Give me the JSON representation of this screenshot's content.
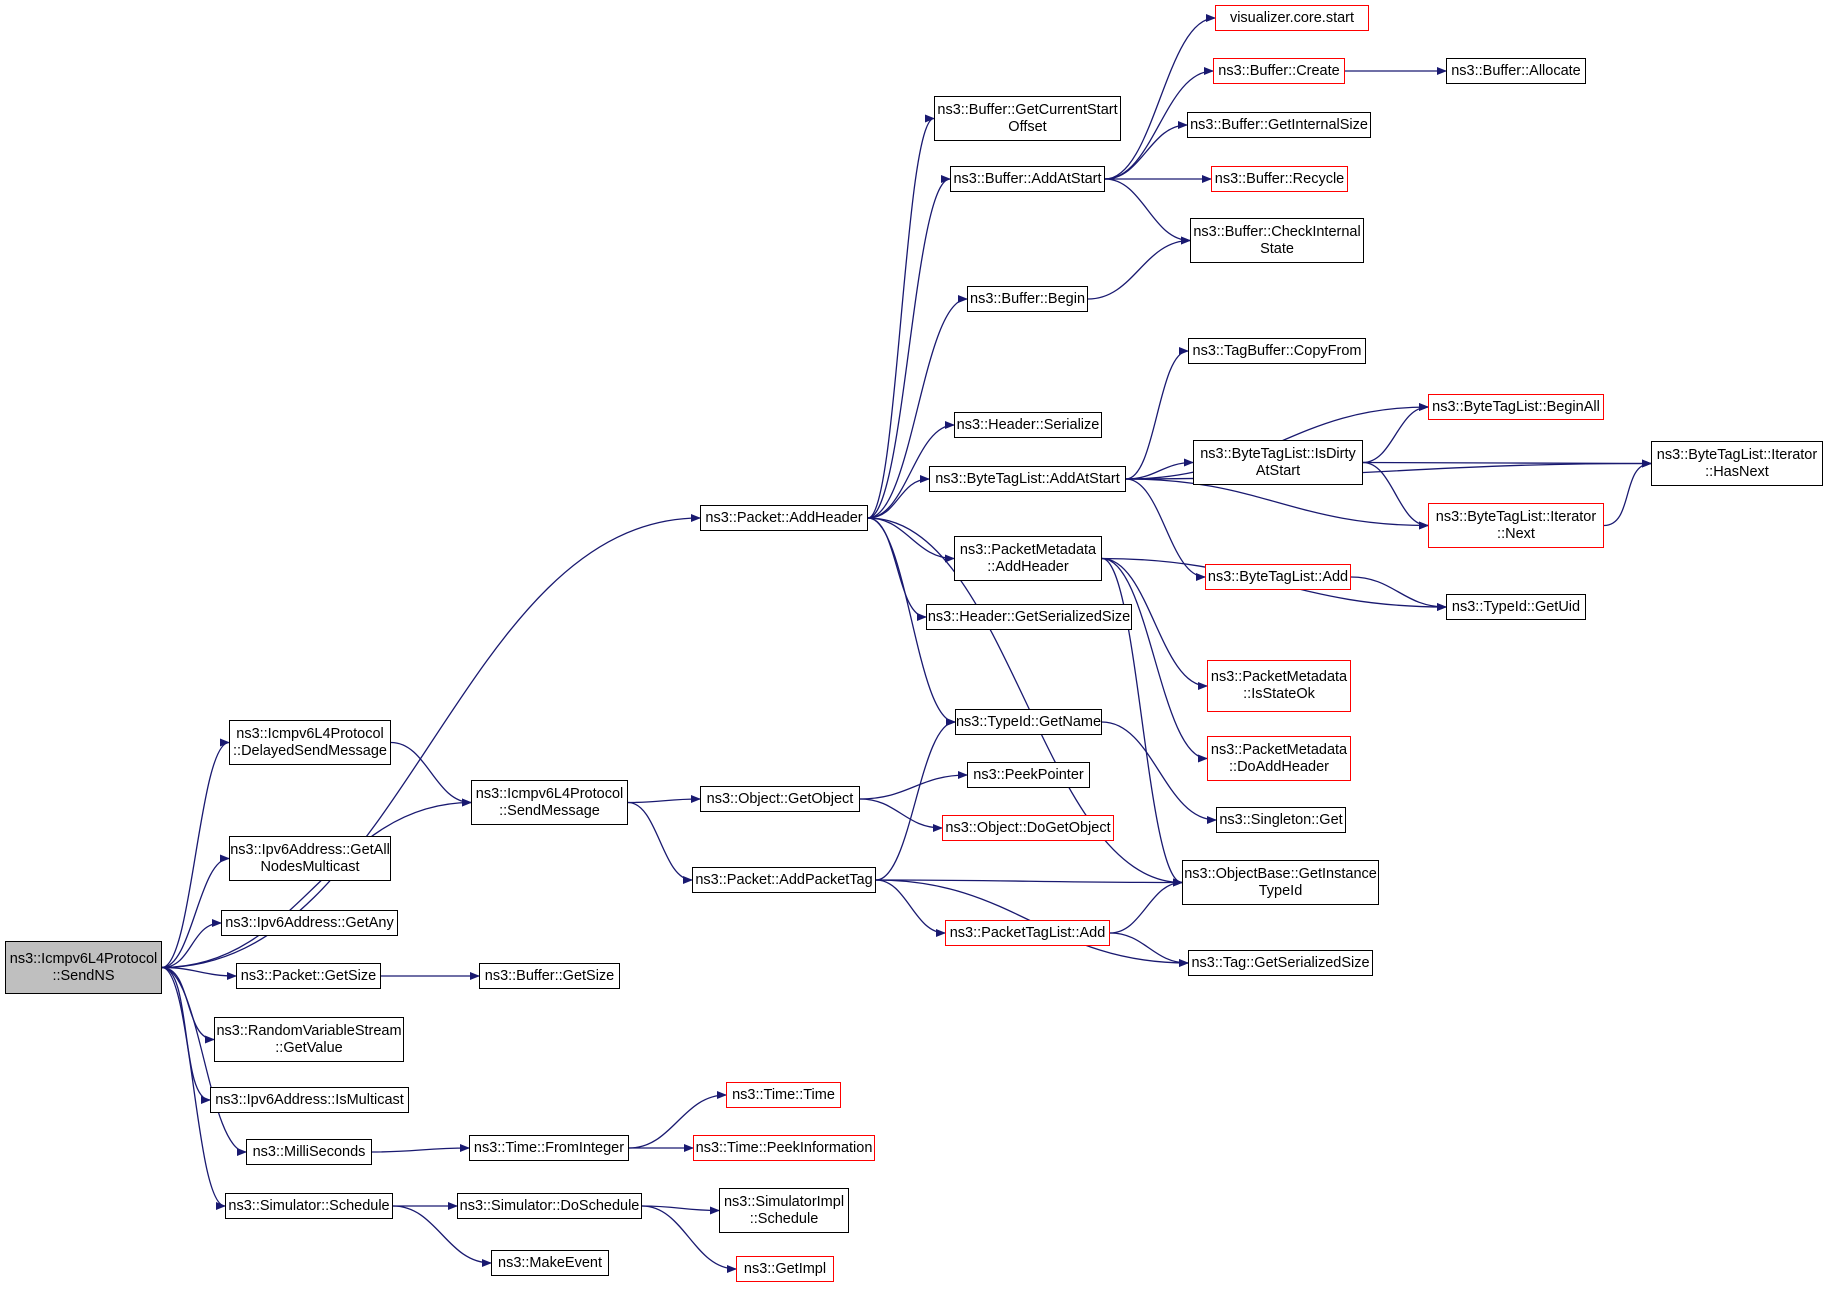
{
  "colors": {
    "edge": "#191970",
    "node_border": "#000000",
    "external_border": "#ff0000",
    "root_fill": "#bfbfbf"
  },
  "nodes": [
    {
      "id": "sendns",
      "label": "ns3::Icmpv6L4Protocol\n::SendNS",
      "root": true
    },
    {
      "id": "delayed",
      "label": "ns3::Icmpv6L4Protocol\n::DelayedSendMessage"
    },
    {
      "id": "sendmsg",
      "label": "ns3::Icmpv6L4Protocol\n::SendMessage"
    },
    {
      "id": "getallnodes",
      "label": "ns3::Ipv6Address::GetAll\nNodesMulticast"
    },
    {
      "id": "getany",
      "label": "ns3::Ipv6Address::GetAny"
    },
    {
      "id": "pktgetsize",
      "label": "ns3::Packet::GetSize"
    },
    {
      "id": "bufgetsize",
      "label": "ns3::Buffer::GetSize"
    },
    {
      "id": "rvsgetvalue",
      "label": "ns3::RandomVariableStream\n::GetValue"
    },
    {
      "id": "ismulticast",
      "label": "ns3::Ipv6Address::IsMulticast"
    },
    {
      "id": "millis",
      "label": "ns3::MilliSeconds"
    },
    {
      "id": "frominteger",
      "label": "ns3::Time::FromInteger"
    },
    {
      "id": "timetime",
      "label": "ns3::Time::Time",
      "external": true
    },
    {
      "id": "peekinfo",
      "label": "ns3::Time::PeekInformation",
      "external": true
    },
    {
      "id": "simschedule",
      "label": "ns3::Simulator::Schedule"
    },
    {
      "id": "doschedule",
      "label": "ns3::Simulator::DoSchedule"
    },
    {
      "id": "implschedule",
      "label": "ns3::SimulatorImpl\n::Schedule"
    },
    {
      "id": "getimpl",
      "label": "ns3::GetImpl",
      "external": true
    },
    {
      "id": "makeevent",
      "label": "ns3::MakeEvent"
    },
    {
      "id": "addheader",
      "label": "ns3::Packet::AddHeader"
    },
    {
      "id": "getobject",
      "label": "ns3::Object::GetObject"
    },
    {
      "id": "addpackettag",
      "label": "ns3::Packet::AddPacketTag"
    },
    {
      "id": "getcurrentstart",
      "label": "ns3::Buffer::GetCurrentStart\nOffset"
    },
    {
      "id": "bufaddatstart",
      "label": "ns3::Buffer::AddAtStart"
    },
    {
      "id": "bufbegin",
      "label": "ns3::Buffer::Begin"
    },
    {
      "id": "hdrserialize",
      "label": "ns3::Header::Serialize"
    },
    {
      "id": "btladdatstart",
      "label": "ns3::ByteTagList::AddAtStart"
    },
    {
      "id": "pmaddheader",
      "label": "ns3::PacketMetadata\n::AddHeader"
    },
    {
      "id": "hdrgetsersize",
      "label": "ns3::Header::GetSerializedSize"
    },
    {
      "id": "tidgetname",
      "label": "ns3::TypeId::GetName"
    },
    {
      "id": "peekpointer",
      "label": "ns3::PeekPointer"
    },
    {
      "id": "dogetobject",
      "label": "ns3::Object::DoGetObject",
      "external": true
    },
    {
      "id": "ptladd",
      "label": "ns3::PacketTagList::Add",
      "external": true
    },
    {
      "id": "vizstart",
      "label": "visualizer.core.start",
      "external": true
    },
    {
      "id": "bufcreate",
      "label": "ns3::Buffer::Create",
      "external": true
    },
    {
      "id": "bufallocate",
      "label": "ns3::Buffer::Allocate"
    },
    {
      "id": "bufgetinternal",
      "label": "ns3::Buffer::GetInternalSize"
    },
    {
      "id": "bufrecycle",
      "label": "ns3::Buffer::Recycle",
      "external": true
    },
    {
      "id": "bufcheckinternal",
      "label": "ns3::Buffer::CheckInternal\nState"
    },
    {
      "id": "tbcopyfrom",
      "label": "ns3::TagBuffer::CopyFrom"
    },
    {
      "id": "btlbeginall",
      "label": "ns3::ByteTagList::BeginAll",
      "external": true
    },
    {
      "id": "btlisdirty",
      "label": "ns3::ByteTagList::IsDirty\nAtStart"
    },
    {
      "id": "btlitnext",
      "label": "ns3::ByteTagList::Iterator\n::Next",
      "external": true
    },
    {
      "id": "btlithasnext",
      "label": "ns3::ByteTagList::Iterator\n::HasNext"
    },
    {
      "id": "btladd",
      "label": "ns3::ByteTagList::Add",
      "external": true
    },
    {
      "id": "tidgetuid",
      "label": "ns3::TypeId::GetUid"
    },
    {
      "id": "pmisstateok",
      "label": "ns3::PacketMetadata\n::IsStateOk",
      "external": true
    },
    {
      "id": "pmdoaddheader",
      "label": "ns3::PacketMetadata\n::DoAddHeader",
      "external": true
    },
    {
      "id": "singletonget",
      "label": "ns3::Singleton::Get"
    },
    {
      "id": "obgetinstance",
      "label": "ns3::ObjectBase::GetInstance\nTypeId"
    },
    {
      "id": "taggetsersize",
      "label": "ns3::Tag::GetSerializedSize"
    }
  ],
  "edges": [
    [
      "sendns",
      "addheader"
    ],
    [
      "sendns",
      "delayed"
    ],
    [
      "sendns",
      "sendmsg"
    ],
    [
      "sendns",
      "getallnodes"
    ],
    [
      "sendns",
      "getany"
    ],
    [
      "sendns",
      "pktgetsize"
    ],
    [
      "sendns",
      "rvsgetvalue"
    ],
    [
      "sendns",
      "ismulticast"
    ],
    [
      "sendns",
      "millis"
    ],
    [
      "sendns",
      "simschedule"
    ],
    [
      "delayed",
      "sendmsg"
    ],
    [
      "sendmsg",
      "getobject"
    ],
    [
      "sendmsg",
      "addpackettag"
    ],
    [
      "pktgetsize",
      "bufgetsize"
    ],
    [
      "millis",
      "frominteger"
    ],
    [
      "frominteger",
      "timetime"
    ],
    [
      "frominteger",
      "peekinfo"
    ],
    [
      "simschedule",
      "doschedule"
    ],
    [
      "simschedule",
      "makeevent"
    ],
    [
      "doschedule",
      "implschedule"
    ],
    [
      "doschedule",
      "getimpl"
    ],
    [
      "addheader",
      "getcurrentstart"
    ],
    [
      "addheader",
      "bufaddatstart"
    ],
    [
      "addheader",
      "bufbegin"
    ],
    [
      "addheader",
      "hdrserialize"
    ],
    [
      "addheader",
      "btladdatstart"
    ],
    [
      "addheader",
      "pmaddheader"
    ],
    [
      "addheader",
      "hdrgetsersize"
    ],
    [
      "addheader",
      "tidgetname"
    ],
    [
      "addheader",
      "obgetinstance"
    ],
    [
      "getobject",
      "peekpointer"
    ],
    [
      "getobject",
      "dogetobject"
    ],
    [
      "addpackettag",
      "tidgetname"
    ],
    [
      "addpackettag",
      "obgetinstance"
    ],
    [
      "addpackettag",
      "ptladd"
    ],
    [
      "addpackettag",
      "taggetsersize"
    ],
    [
      "bufaddatstart",
      "vizstart"
    ],
    [
      "bufaddatstart",
      "bufcreate"
    ],
    [
      "bufaddatstart",
      "bufgetinternal"
    ],
    [
      "bufaddatstart",
      "bufrecycle"
    ],
    [
      "bufaddatstart",
      "bufcheckinternal"
    ],
    [
      "bufcreate",
      "bufallocate"
    ],
    [
      "bufbegin",
      "bufcheckinternal"
    ],
    [
      "btladdatstart",
      "tbcopyfrom"
    ],
    [
      "btladdatstart",
      "btlbeginall"
    ],
    [
      "btladdatstart",
      "btlisdirty"
    ],
    [
      "btladdatstart",
      "btlitnext"
    ],
    [
      "btladdatstart",
      "btlithasnext"
    ],
    [
      "btladdatstart",
      "btladd"
    ],
    [
      "btlisdirty",
      "btlbeginall"
    ],
    [
      "btlisdirty",
      "btlithasnext"
    ],
    [
      "btlisdirty",
      "btlitnext"
    ],
    [
      "btlitnext",
      "btlithasnext"
    ],
    [
      "btladd",
      "tidgetuid"
    ],
    [
      "pmaddheader",
      "tidgetuid"
    ],
    [
      "pmaddheader",
      "pmisstateok"
    ],
    [
      "pmaddheader",
      "pmdoaddheader"
    ],
    [
      "pmaddheader",
      "obgetinstance"
    ],
    [
      "tidgetname",
      "singletonget"
    ],
    [
      "ptladd",
      "obgetinstance"
    ],
    [
      "ptladd",
      "taggetsersize"
    ]
  ]
}
